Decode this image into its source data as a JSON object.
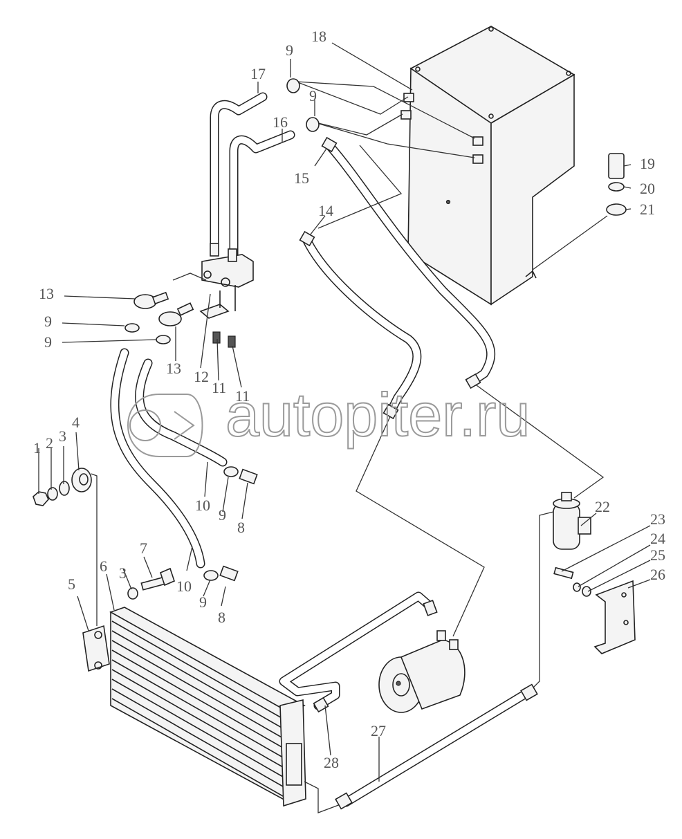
{
  "watermark": {
    "text": "autopiter.ru"
  },
  "callouts": [
    "1",
    "2",
    "3",
    "3",
    "4",
    "5",
    "6",
    "7",
    "8",
    "8",
    "9",
    "9",
    "9",
    "9",
    "9",
    "9",
    "10",
    "10",
    "11",
    "11",
    "12",
    "13",
    "13",
    "14",
    "15",
    "16",
    "17",
    "18",
    "19",
    "20",
    "21",
    "22",
    "23",
    "24",
    "25",
    "26",
    "27",
    "28"
  ]
}
